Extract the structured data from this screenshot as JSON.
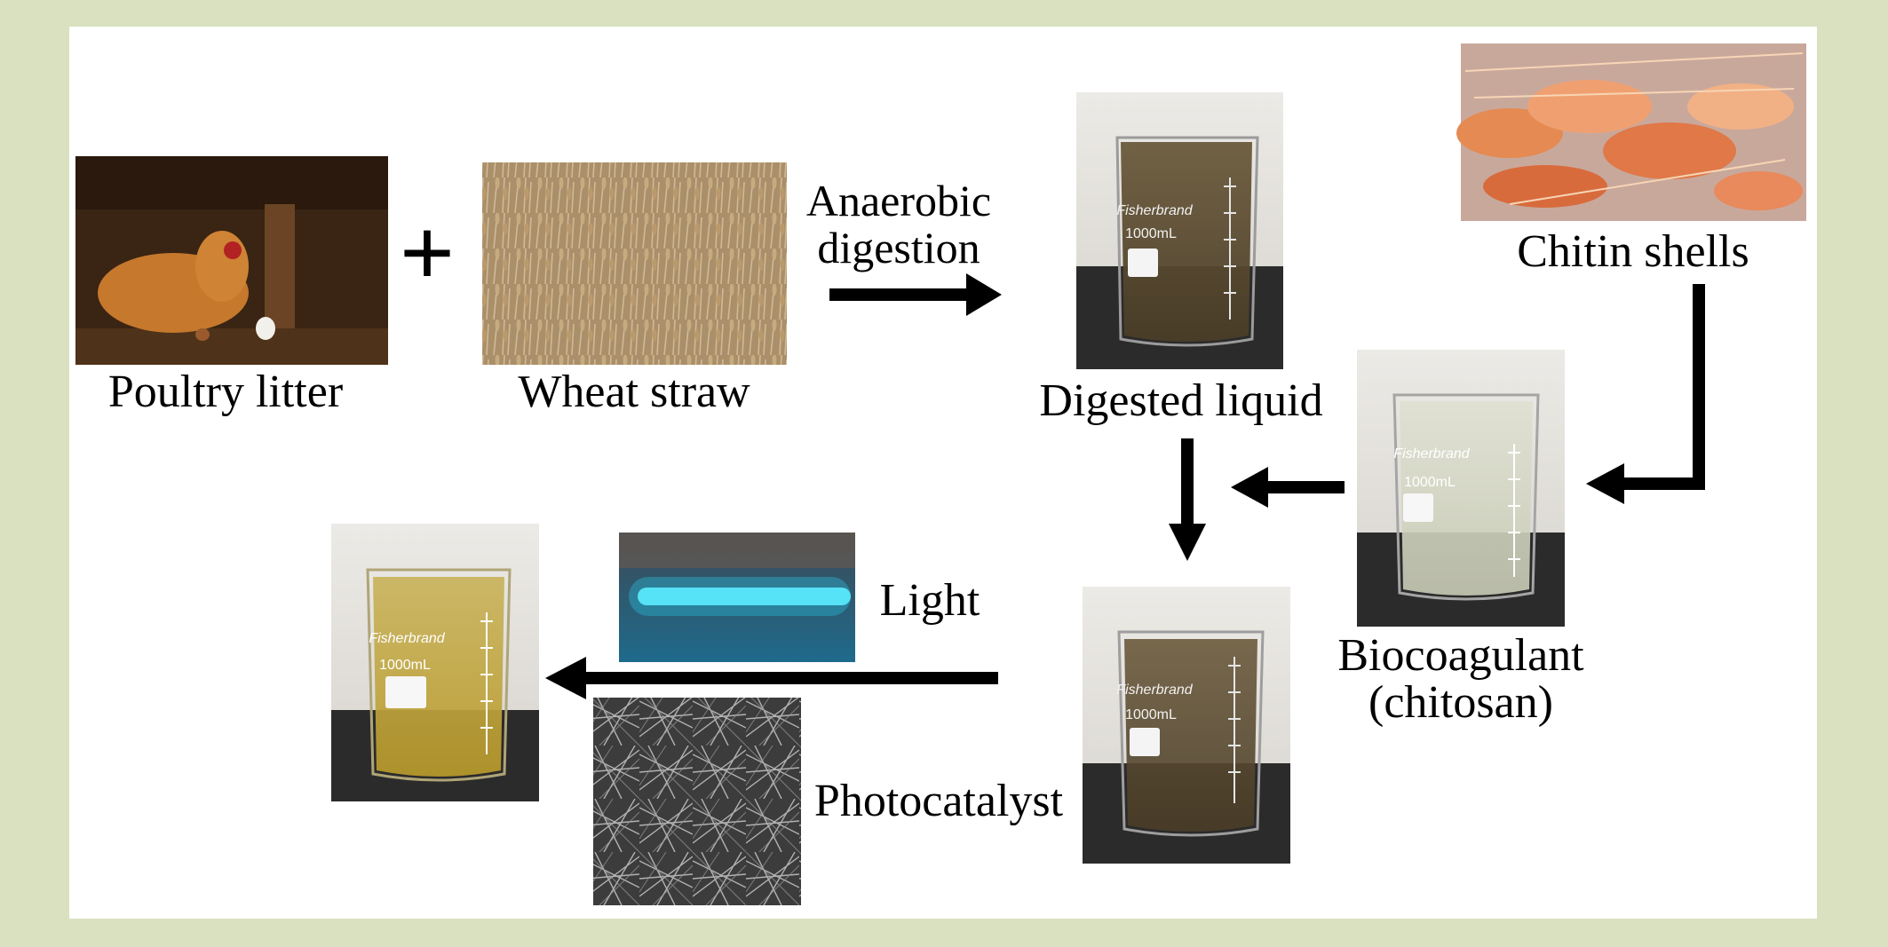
{
  "colors": {
    "background": "#d9e1c0",
    "panel": "#ffffff",
    "arrow": "#000000"
  },
  "labels": {
    "poultry_litter": "Poultry litter",
    "wheat_straw": "Wheat straw",
    "plus": "+",
    "anaerobic_line1": "Anaerobic",
    "anaerobic_line2": "digestion",
    "digested_liquid": "Digested liquid",
    "chitin_shells": "Chitin shells",
    "biocoagulant_line1": "Biocoagulant",
    "biocoagulant_line2": "(chitosan)",
    "light": "Light",
    "photocatalyst": "Photocatalyst"
  },
  "beaker": {
    "brand": "Fisherbrand",
    "volume": "1000mL"
  }
}
